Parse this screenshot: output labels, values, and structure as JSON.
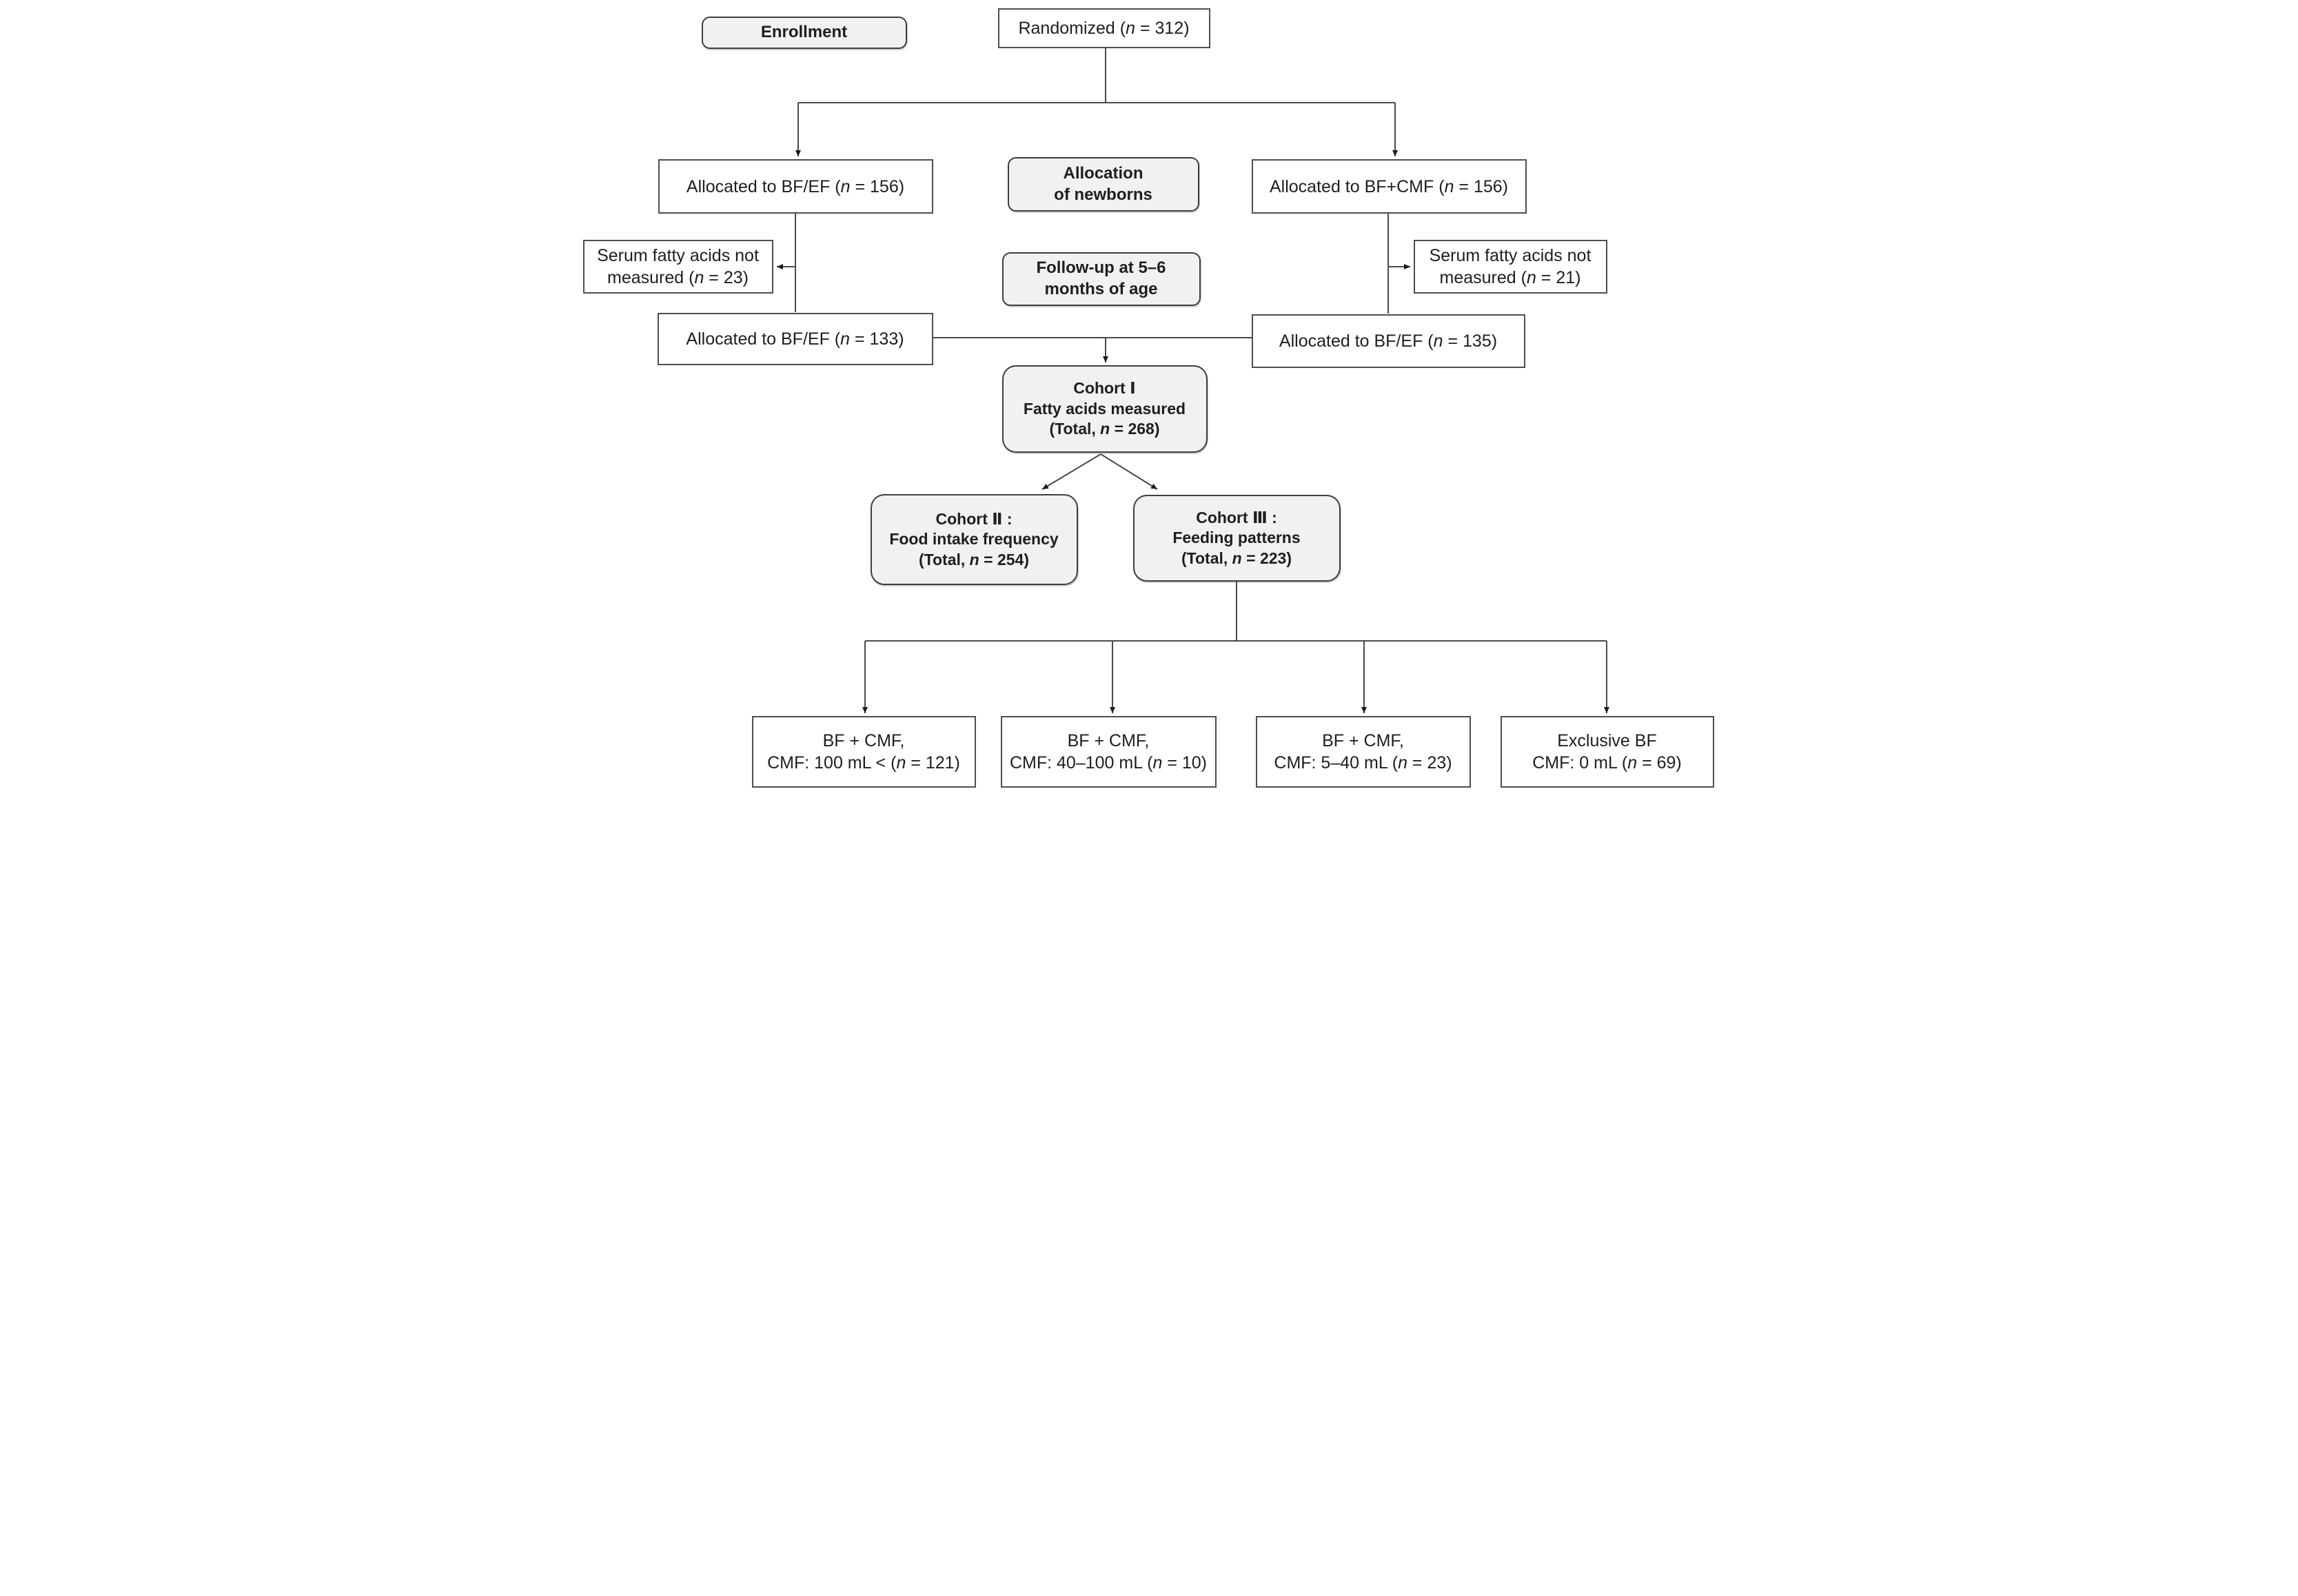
{
  "colors": {
    "stage_fill": "#f1f1f1",
    "box_border": "#4e4e4e",
    "line": "#4a4a4a",
    "arrowhead": "#1c1c1c"
  },
  "stages": {
    "enrollment": {
      "label": "Enrollment"
    },
    "allocation": {
      "line1": "Allocation",
      "line2": "of newborns"
    },
    "followup": {
      "line1": "Follow-up at 5–6",
      "line2": "months of age"
    }
  },
  "nodes": {
    "randomized": {
      "pre": "Randomized (",
      "n": "n",
      "post": " = 312)"
    },
    "alloc_bfef_156": {
      "pre": "Allocated to BF/EF (",
      "n": "n",
      "post": " = 156)"
    },
    "alloc_bfcmf_156": {
      "pre": "Allocated to BF+CMF (",
      "n": "n",
      "post": " = 156)"
    },
    "serum_left": {
      "line1": "Serum fatty acids not",
      "pre": "measured (",
      "n": "n",
      "post": " = 23)"
    },
    "serum_right": {
      "line1": "Serum fatty acids not",
      "pre": "measured (",
      "n": "n",
      "post": " = 21)"
    },
    "alloc_bfef_133": {
      "pre": "Allocated to BF/EF (",
      "n": "n",
      "post": " = 133)"
    },
    "alloc_bfef_135": {
      "pre": "Allocated to BF/EF (",
      "n": "n",
      "post": " = 135)"
    },
    "cohort1": {
      "line1": "Cohort Ⅰ",
      "line2": "Fatty acids measured",
      "pre": "(Total, ",
      "n": "n",
      "post": " = 268)"
    },
    "cohort2": {
      "line1": "Cohort Ⅱ :",
      "line2": "Food intake frequency",
      "pre": "(Total, ",
      "n": "n",
      "post": " = 254)"
    },
    "cohort3": {
      "line1": "Cohort Ⅲ :",
      "line2": "Feeding patterns",
      "pre": "(Total, ",
      "n": "n",
      "post": " = 223)"
    },
    "feed1": {
      "line1": "BF + CMF,",
      "pre": "CMF: 100 mL < (",
      "n": "n",
      "post": " = 121)"
    },
    "feed2": {
      "line1": "BF + CMF,",
      "pre": "CMF: 40–100 mL (",
      "n": "n",
      "post": " = 10)"
    },
    "feed3": {
      "line1": "BF + CMF,",
      "pre": "CMF: 5–40 mL (",
      "n": "n",
      "post": " = 23)"
    },
    "feed4": {
      "line1": "Exclusive BF",
      "pre": "CMF: 0 mL (",
      "n": "n",
      "post": " = 69)"
    }
  }
}
